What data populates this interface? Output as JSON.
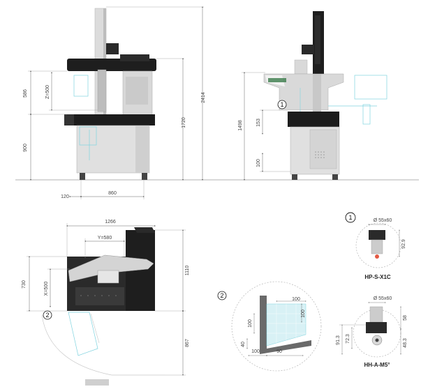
{
  "dims": {
    "height_total": "2414",
    "height_1720": "1720",
    "height_586": "586",
    "height_900": "900",
    "z_range": "Z=500",
    "base_120": "120",
    "base_860": "860",
    "side_1498": "1498",
    "side_153": "153",
    "side_100": "100",
    "top_1266": "1266",
    "top_y": "Y=580",
    "top_730": "730",
    "top_x": "X=500",
    "top_1110": "1110",
    "top_867": "867",
    "det_100a": "100",
    "det_100b": "100",
    "det_100c": "100",
    "det_40": "40",
    "det_100d": "100",
    "det_90": "90",
    "probe1_dia": "Ø 55x60",
    "probe1_h": "92.9",
    "probe2_dia": "Ø 55x60",
    "probe2_58": "58",
    "probe2_91": "91.3",
    "probe2_72": "72.3",
    "probe2_48": "48.3"
  },
  "markers": {
    "one": "1",
    "two": "2"
  },
  "labels": {
    "probe1_name": "HP-S-X1C",
    "probe2_name": "HH-A-M5°"
  },
  "colors": {
    "machine_dark": "#1c1c1c",
    "machine_grey": "#d4d4d4",
    "machine_light": "#e8e8e8",
    "cyan_outline": "#7fd3df",
    "cyan_fill": "#d8f1f5",
    "dim_line": "#666666"
  }
}
